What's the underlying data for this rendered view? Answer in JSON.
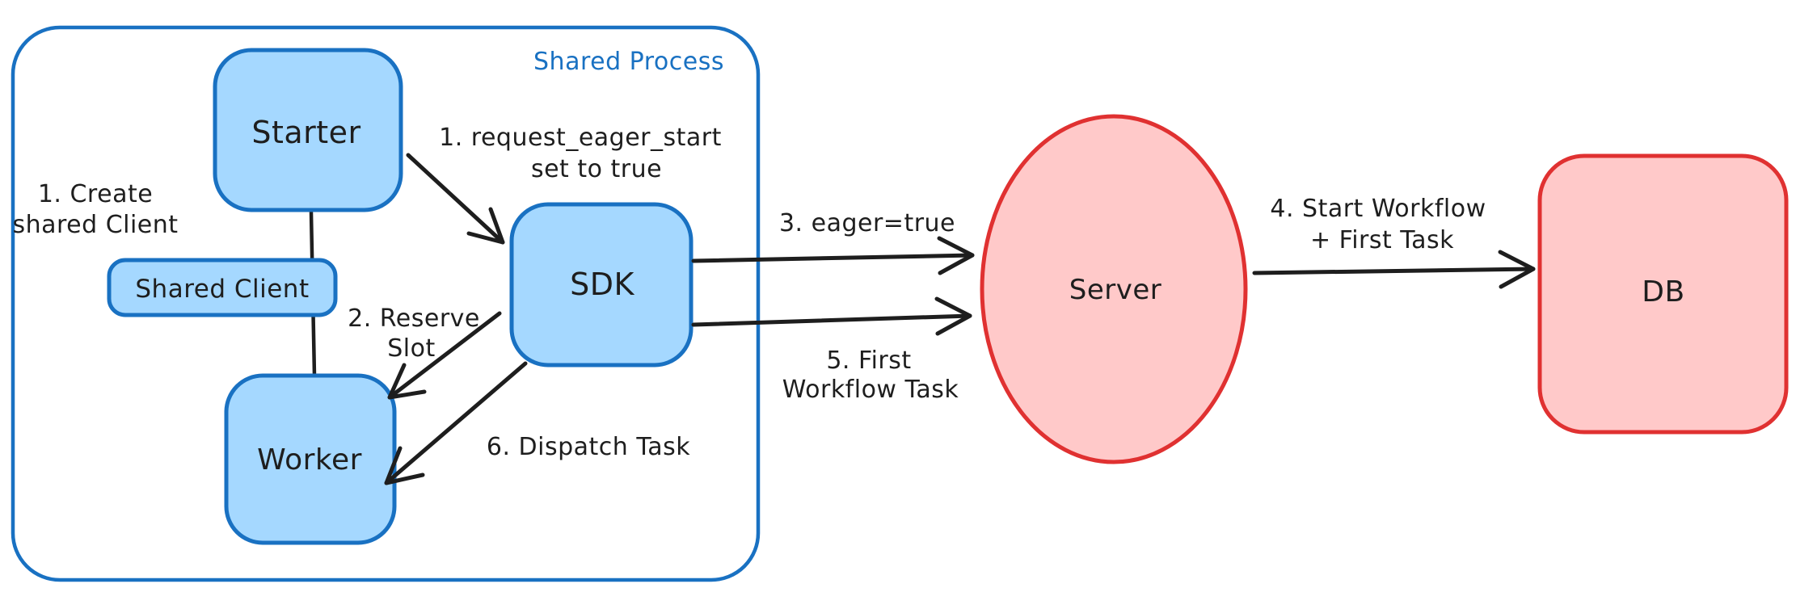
{
  "diagram": {
    "container_label": "Shared Process",
    "nodes": {
      "starter": "Starter",
      "shared_client": "Shared Client",
      "worker": "Worker",
      "sdk": "SDK",
      "server": "Server",
      "db": "DB"
    },
    "annotations": {
      "create_client": {
        "line1": "1. Create",
        "line2": "shared Client"
      },
      "request_eager": {
        "line1": "1. request_eager_start",
        "line2": "set to true"
      },
      "reserve_slot": {
        "line1": "2. Reserve",
        "line2": "Slot"
      },
      "eager_true": {
        "line1": "3. eager=true"
      },
      "start_workflow": {
        "line1": "4. Start Workflow",
        "line2": "+ First Task"
      },
      "first_workflow_task": {
        "line1": "5. First",
        "line2": "Workflow Task"
      },
      "dispatch_task": {
        "line1": "6. Dispatch Task"
      }
    },
    "colors": {
      "blue_stroke": "#1971c2",
      "blue_fill": "#a5d8ff",
      "red_stroke": "#e03131",
      "red_fill": "#ffc9c9",
      "black_stroke": "#1e1e1e",
      "text": "#1e1e1e",
      "background": "#ffffff"
    }
  }
}
